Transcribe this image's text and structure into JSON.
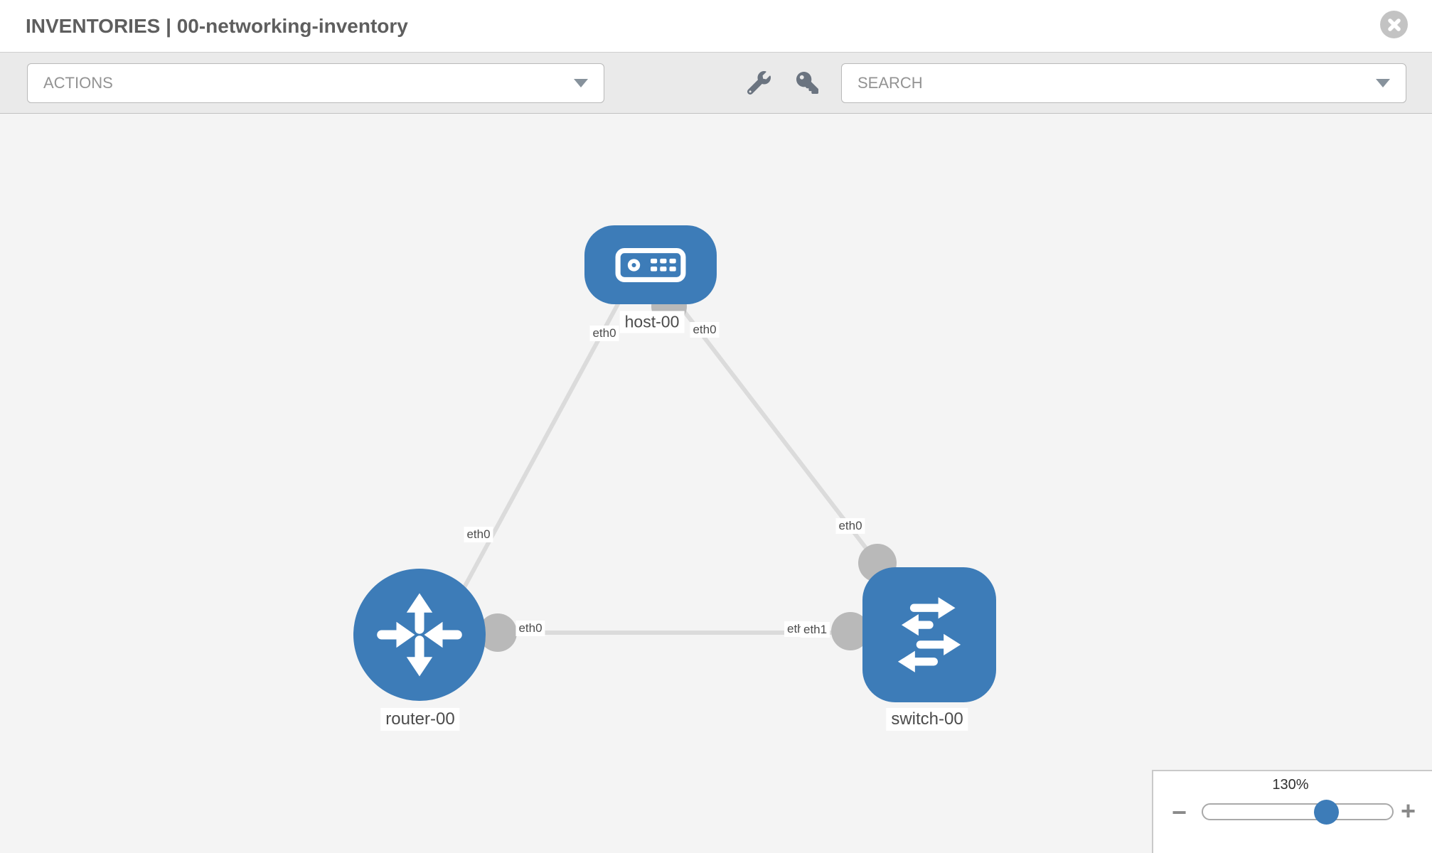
{
  "header": {
    "title": "INVENTORIES | 00-networking-inventory",
    "close_icon": "circle-x"
  },
  "toolbar": {
    "actions_dropdown_label": "ACTIONS",
    "search_dropdown_label": "SEARCH",
    "wrench_icon": "wrench",
    "key_icon": "key"
  },
  "colors": {
    "node_blue": "#3d7cb8",
    "link_gray": "#dbdbdb",
    "connector_gray": "#b9b9b9",
    "canvas_bg": "#f4f4f4"
  },
  "topology": {
    "nodes": [
      {
        "name": "host-00",
        "type": "host",
        "icon": "host-icon"
      },
      {
        "name": "router-00",
        "type": "router",
        "icon": "router-icon"
      },
      {
        "name": "switch-00",
        "type": "switch",
        "icon": "switch-icon"
      }
    ],
    "links": [
      {
        "from": "host-00",
        "from_interface": "eth0",
        "to": "router-00",
        "to_interface": "eth0"
      },
      {
        "from": "host-00",
        "from_interface": "eth0",
        "to": "switch-00",
        "to_interface": "eth0"
      },
      {
        "from": "router-00",
        "from_interface": "eth0",
        "to": "switch-00",
        "to_interface": "eth1"
      }
    ],
    "iface_labels": [
      "eth0",
      "eth0",
      "eth0",
      "eth0",
      "eth0"
    ],
    "overlap_label": {
      "under": "eth0",
      "over": "eth1"
    }
  },
  "zoom_control": {
    "percent": "130%",
    "minus": "−",
    "plus": "+"
  }
}
